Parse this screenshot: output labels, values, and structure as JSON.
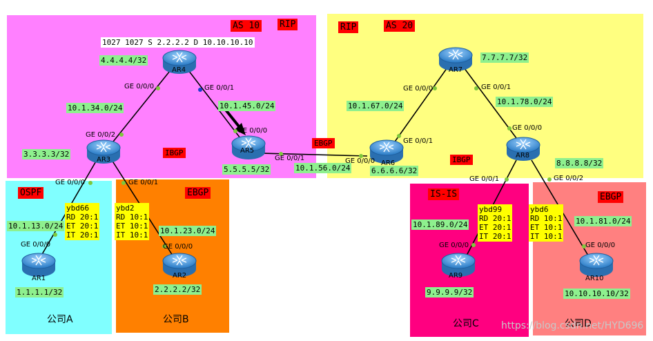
{
  "regions": {
    "as10": {
      "color": "#ff80ff",
      "label": "AS 10",
      "proto": "RIP"
    },
    "as20": {
      "color": "#ffff80",
      "label": "AS 20",
      "proto": "RIP"
    },
    "compA": {
      "color": "#80ffff",
      "label": "OSPF",
      "company": "公司A"
    },
    "compB": {
      "color": "#ff8000",
      "label": "EBGP",
      "company": "公司B"
    },
    "compC": {
      "color": "#ff0080",
      "label": "IS-IS",
      "company": "公司C"
    },
    "compD": {
      "color": "#ff8080",
      "label": "EBGP",
      "company": "公司D"
    }
  },
  "routers": {
    "ar1": "AR1",
    "ar2": "AR2",
    "ar3": "AR3",
    "ar4": "AR4",
    "ar5": "AR5",
    "ar6": "AR6",
    "ar7": "AR7",
    "ar8": "AR8",
    "ar9": "AR9",
    "ar10": "AR10"
  },
  "loopbacks": {
    "ar1": "1.1.1.1/32",
    "ar2": "2.2.2.2/32",
    "ar3": "3.3.3.3/32",
    "ar4": "4.4.4.4/32",
    "ar5": "5.5.5.5/32",
    "ar6": "6.6.6.6/32",
    "ar7": "7.7.7.7/32",
    "ar8": "8.8.8.8/32",
    "ar9": "9.9.9.9/32",
    "ar10": "10.10.10.10/32"
  },
  "networks": {
    "n134": "10.1.34.0/24",
    "n145": "10.1.45.0/24",
    "n113": "10.1.13.0/24",
    "n123": "10.1.23.0/24",
    "n156": "10.1.56.0/24",
    "n167": "10.1.67.0/24",
    "n178": "10.1.78.0/24",
    "n189": "10.1.89.0/24",
    "n181": "10.1.81.0/24"
  },
  "ports": {
    "ar4_g000": "GE 0/0/0",
    "ar4_g001": "GE 0/0/1",
    "ar3_g002": "GE 0/0/2",
    "ar3_g000": "GE 0/0/0",
    "ar3_g001": "GE 0/0/1",
    "ar5_g000": "GE 0/0/0",
    "ar5_g001": "GE 0/0/1",
    "ar6_g000": "GE 0/0/0",
    "ar6_g001": "GE 0/0/1",
    "ar7_g000": "GE 0/0/0",
    "ar7_g001": "GE 0/0/1",
    "ar8_g000": "GE 0/0/0",
    "ar8_g001": "GE 0/0/1",
    "ar8_g002": "GE 0/0/2",
    "ar1_g000": "GE 0/0/0",
    "ar2_g000": "GE 0/0/0",
    "ar9_g000": "GE 0/0/0",
    "ar10_g000": "GE 0/0/0"
  },
  "labels": {
    "route": "1027 1027 S 2.2.2.2 D 10.10.10.10",
    "ibgp_left": "IBGP",
    "ibgp_right": "IBGP",
    "ebgp_mid": "EBGP"
  },
  "vrfs": {
    "ybd66": {
      "name": "ybd66",
      "rd": "RD 20:1",
      "et": "ET 20:1",
      "it": "IT 20:1"
    },
    "ybd2": {
      "name": "ybd2",
      "rd": "RD 10:1",
      "et": "ET 10:1",
      "it": "IT 10:1"
    },
    "ybd99": {
      "name": "ybd99",
      "rd": "RD 20:1",
      "et": "ET 20:1",
      "it": "IT 20:1"
    },
    "ybd6": {
      "name": "ybd6",
      "rd": "RD 10:1",
      "et": "ET 10:1",
      "it": "IT 10:1"
    }
  },
  "watermark": "https://blog.csdn.net/HYD696",
  "colors": {
    "router": "#3b8fd6",
    "link": "#000000",
    "port_dot": "#7ec83c",
    "arrow": "#000000"
  }
}
